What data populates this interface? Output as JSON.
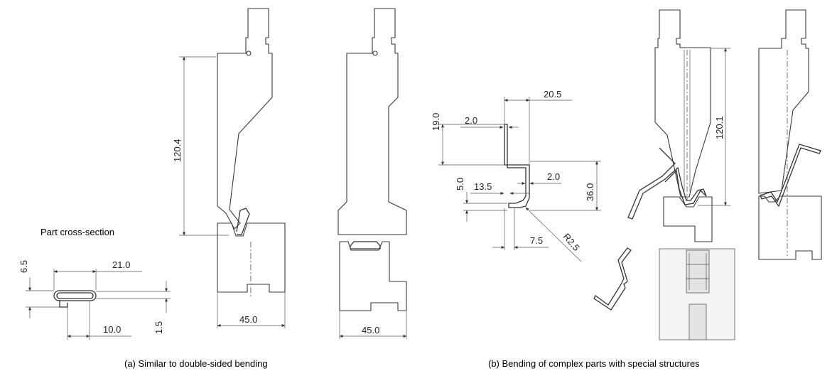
{
  "panel_a": {
    "section_title": "Part cross-section",
    "dim_cs_width": "21.0",
    "dim_cs_height": "6.5",
    "dim_cs_stem": "10.0",
    "dim_cs_thick": "1.5",
    "dim_punch_height": "120.4",
    "dim_die_width_1": "45.0",
    "dim_die_width_2": "45.0",
    "caption": "(a) Similar to double-sided bending"
  },
  "panel_b": {
    "dim_top_width": "20.5",
    "dim_height_19": "19.0",
    "dim_thick_top": "2.0",
    "dim_height_5": "5.0",
    "dim_13_5": "13.5",
    "dim_thick_mid": "2.0",
    "dim_height_36": "36.0",
    "dim_7_5": "7.5",
    "dim_radius": "R2.5",
    "dim_punch_height": "120.1",
    "caption": "(b) Bending of complex parts with special structures"
  }
}
